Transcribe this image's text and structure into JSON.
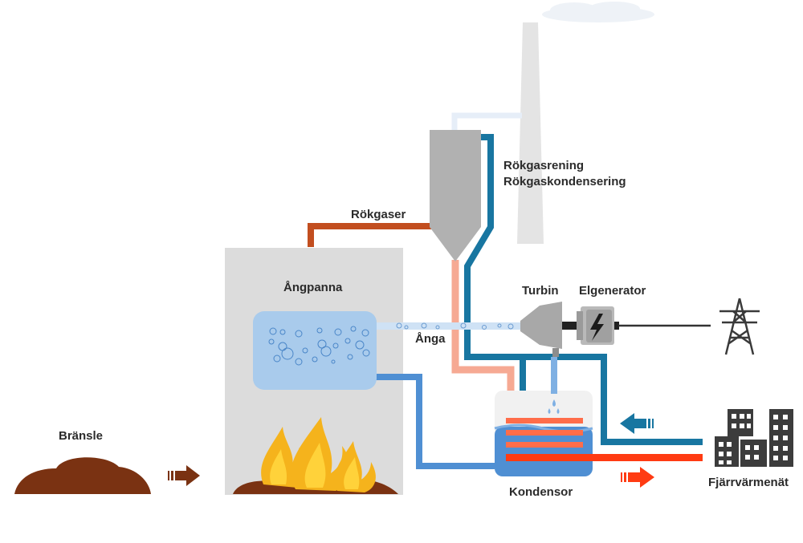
{
  "labels": {
    "smoke_cleaning": "Rökgasrening",
    "smoke_condensing": "Rökgaskondensering",
    "flue_gases": "Rökgaser",
    "boiler": "Ångpanna",
    "turbine": "Turbin",
    "generator": "Elgenerator",
    "steam": "Ånga",
    "fuel": "Bränsle",
    "condenser": "Kondensor",
    "district_heating": "Fjärrvärmenät"
  },
  "colors": {
    "background": "#ffffff",
    "boiler": "#dcdcdc",
    "steam_drum": "#a9cbec",
    "chimney": "#e4e4e4",
    "filter": "#b1b1b1",
    "turbine": "#a8a8a8",
    "flue_pipe": "#c24e1f",
    "dark_blue_pipe": "#1876a1",
    "light_blue_pipe": "#4f8fd3",
    "pink_pipe": "#f6a993",
    "hot_red": "#ff3b12",
    "fuel": "#7a3212",
    "flame_outer": "#f5b31c",
    "flame_inner": "#ffd23a"
  }
}
